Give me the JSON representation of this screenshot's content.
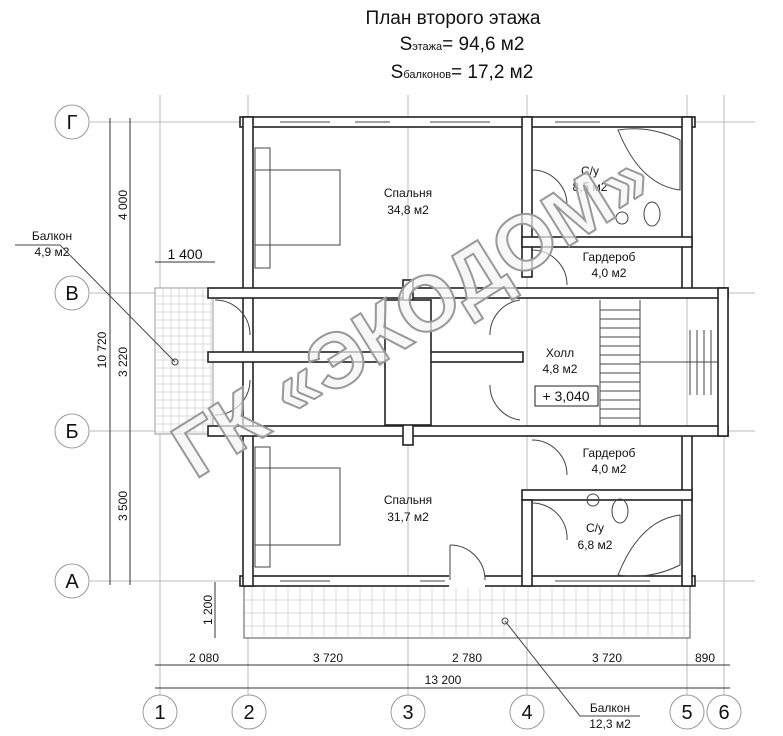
{
  "title": {
    "line1": "План второго этажа",
    "s_floor_label": "S",
    "s_floor_sub": "этажа",
    "s_floor_value": "= 94,6 м2",
    "s_balc_label": "S",
    "s_balc_sub": "балконов",
    "s_balc_value": "= 17,2 м2"
  },
  "axes": {
    "rows": [
      "Г",
      "В",
      "Б",
      "А"
    ],
    "cols": [
      "1",
      "2",
      "3",
      "4",
      "5",
      "6"
    ]
  },
  "dimensions": {
    "v1": "4 000",
    "v2": "3 220",
    "v3": "3 500",
    "v_total": "10 720",
    "v_balcony": "1 200",
    "h_balcony": "1 400",
    "h": [
      "2 080",
      "3 720",
      "2 780",
      "3 720",
      "890"
    ],
    "h_total": "13 200"
  },
  "rooms": [
    {
      "name": "Спальня",
      "area": "34,8 м2"
    },
    {
      "name": "С/у",
      "area": "8,5 м2"
    },
    {
      "name": "Гардероб",
      "area": "4,0 м2"
    },
    {
      "name": "Холл",
      "area": "4,8 м2"
    },
    {
      "name": "Гардероб",
      "area": "4,0 м2"
    },
    {
      "name": "Спальня",
      "area": "31,7 м2"
    },
    {
      "name": "С/у",
      "area": "6,8 м2"
    }
  ],
  "level_mark": "+ 3,040",
  "balconies": [
    {
      "name": "Балкон",
      "area": "4,9 м2"
    },
    {
      "name": "Балкон",
      "area": "12,3 м2"
    }
  ],
  "watermark": "ГК «ЭКОДОМ»"
}
